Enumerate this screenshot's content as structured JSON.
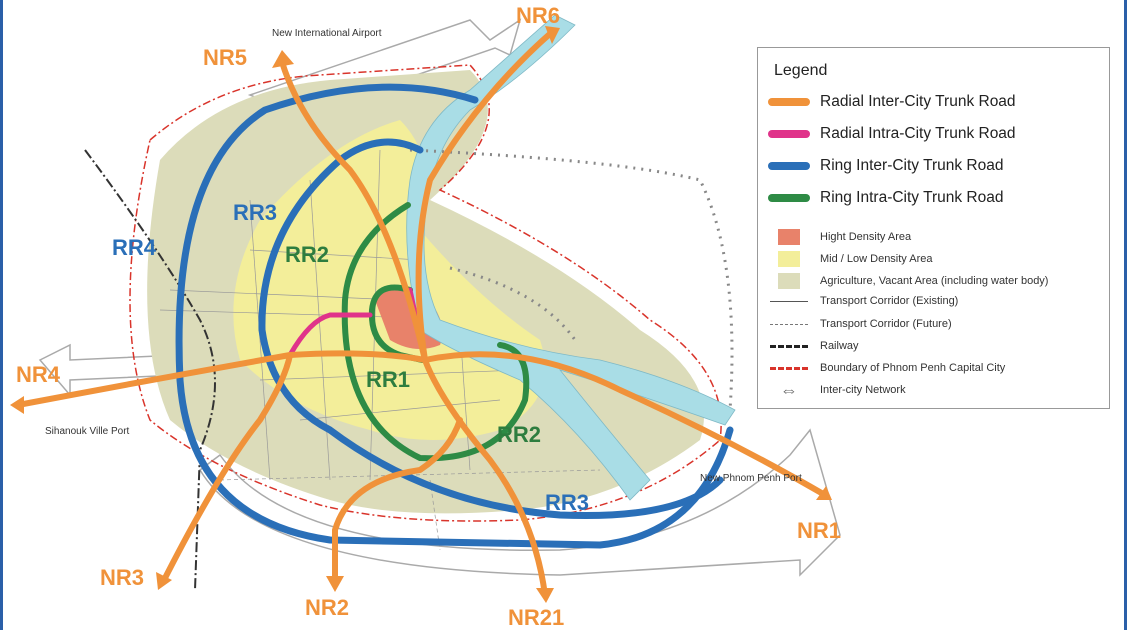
{
  "map": {
    "radial_labels": [
      "NR1",
      "NR2",
      "NR3",
      "NR4",
      "NR5",
      "NR6",
      "NR21"
    ],
    "ring_labels": {
      "rr1": "RR1",
      "rr2_north": "RR2",
      "rr2_south": "RR2",
      "rr3_north": "RR3",
      "rr3_south": "RR3",
      "rr4": "RR4"
    },
    "place_labels": {
      "airport": "New International Airport",
      "sihanouk": "Sihanouk Ville Port",
      "port": "New Phnom Penh Port"
    },
    "colors": {
      "radial_inter": "#f0923a",
      "radial_intra": "#e0338a",
      "ring_inter": "#2a6fb8",
      "ring_intra": "#2e8b45",
      "high": "#e8826a",
      "mid": "#f3ee9a",
      "agri": "#dcdcba",
      "water": "#a9dde6",
      "boundary": "#d9342b"
    }
  },
  "legend": {
    "title": "Legend",
    "roads": [
      {
        "label": "Radial Inter-City Trunk Road",
        "color": "#f0923a"
      },
      {
        "label": "Radial Intra-City Trunk Road",
        "color": "#e0338a"
      },
      {
        "label": "Ring Inter-City Trunk Road",
        "color": "#2a6fb8"
      },
      {
        "label": "Ring Intra-City Trunk Road",
        "color": "#2e8b45"
      }
    ],
    "areas": [
      {
        "label": "Hight Density Area",
        "color": "#e8826a"
      },
      {
        "label": "Mid / Low Density Area",
        "color": "#f3ee9a"
      },
      {
        "label": "Agriculture, Vacant  Area (including water body)",
        "color": "#dcdcba"
      }
    ],
    "lines": [
      {
        "label": "Transport Corridor (Existing)"
      },
      {
        "label": "Transport Corridor (Future)"
      },
      {
        "label": "Railway"
      },
      {
        "label": "Boundary of Phnom Penh Capital City"
      },
      {
        "label": "Inter-city Network"
      }
    ]
  }
}
